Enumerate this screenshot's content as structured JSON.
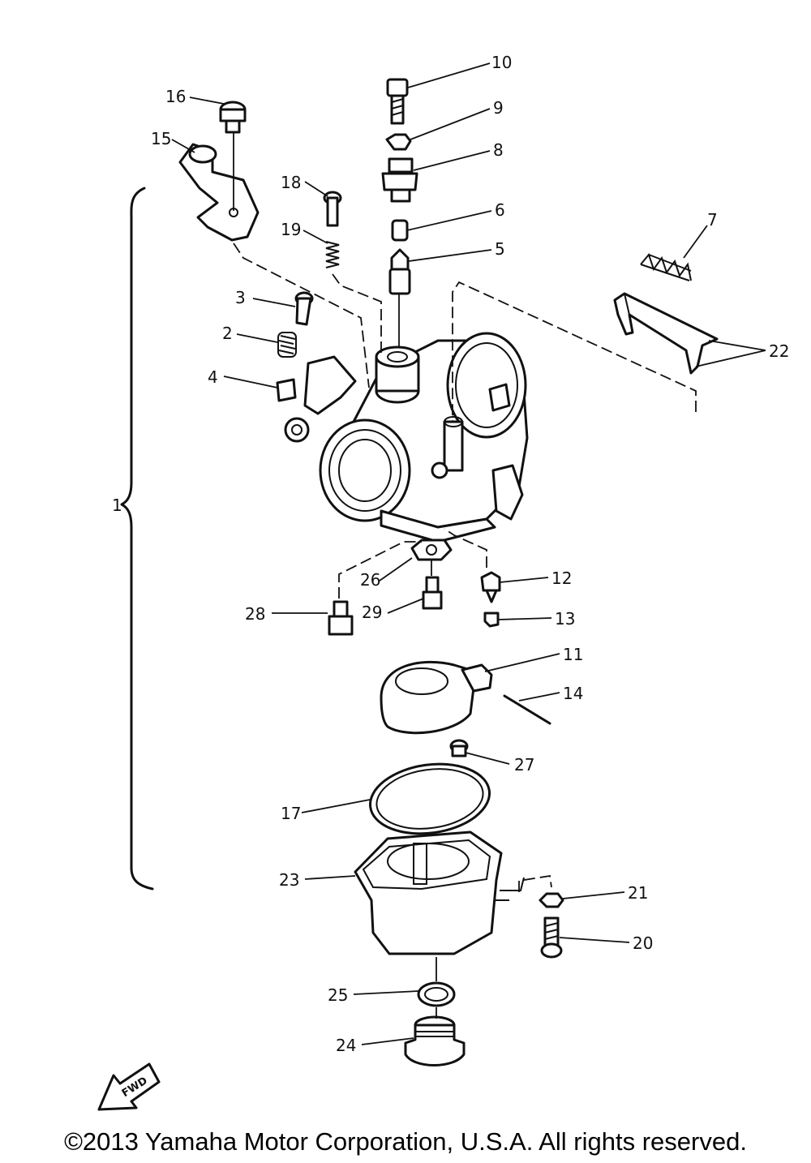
{
  "diagram": {
    "callouts": {
      "c1": "1",
      "c2": "2",
      "c3": "3",
      "c4": "4",
      "c5": "5",
      "c6": "6",
      "c7": "7",
      "c8": "8",
      "c9": "9",
      "c10": "10",
      "c11": "11",
      "c12": "12",
      "c13": "13",
      "c14": "14",
      "c15": "15",
      "c16": "16",
      "c17": "17",
      "c18": "18",
      "c19": "19",
      "c20": "20",
      "c21": "21",
      "c22": "22",
      "c23": "23",
      "c24": "24",
      "c25": "25",
      "c26": "26",
      "c27": "27",
      "c28": "28",
      "c29": "29"
    },
    "fwd_label": "FWD"
  },
  "footer": {
    "copyright": "©2013 Yamaha Motor Corporation, U.S.A. All rights reserved."
  }
}
